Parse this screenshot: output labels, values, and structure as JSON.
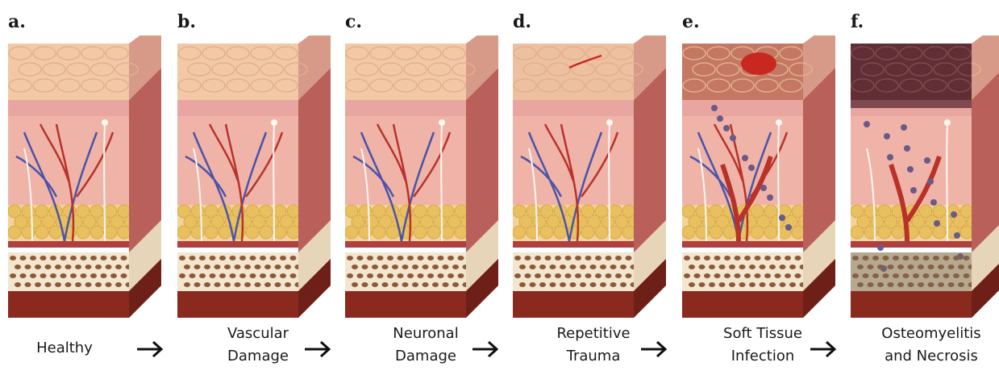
{
  "panels": [
    {
      "letter": "a.",
      "caption": [
        "Healthy"
      ],
      "stage": "healthy"
    },
    {
      "letter": "b.",
      "caption": [
        "Vascular",
        "Damage"
      ],
      "stage": "vascular"
    },
    {
      "letter": "c.",
      "caption": [
        "Neuronal",
        "Damage"
      ],
      "stage": "neuronal"
    },
    {
      "letter": "d.",
      "caption": [
        "Repetitive",
        "Trauma"
      ],
      "stage": "trauma"
    },
    {
      "letter": "e.",
      "caption": [
        "Soft Tissue",
        "Infection"
      ],
      "stage": "infection"
    },
    {
      "letter": "f.",
      "caption": [
        "Osteomyelitis",
        "and Necrosis"
      ],
      "stage": "necrosis"
    }
  ],
  "arrow_icon": "right-arrow-icon",
  "colors": {
    "skin_top": "#f2c9a4",
    "dermis": "#f0b3a8",
    "fat": "#e8c060",
    "bone": "#f3e6cf",
    "muscle": "#8a2a1f",
    "artery": "#b8322a",
    "vein": "#4a54a8",
    "nerve": "#fbf7f2",
    "infection": "#6a5a8a",
    "wound": "#c8281e"
  }
}
